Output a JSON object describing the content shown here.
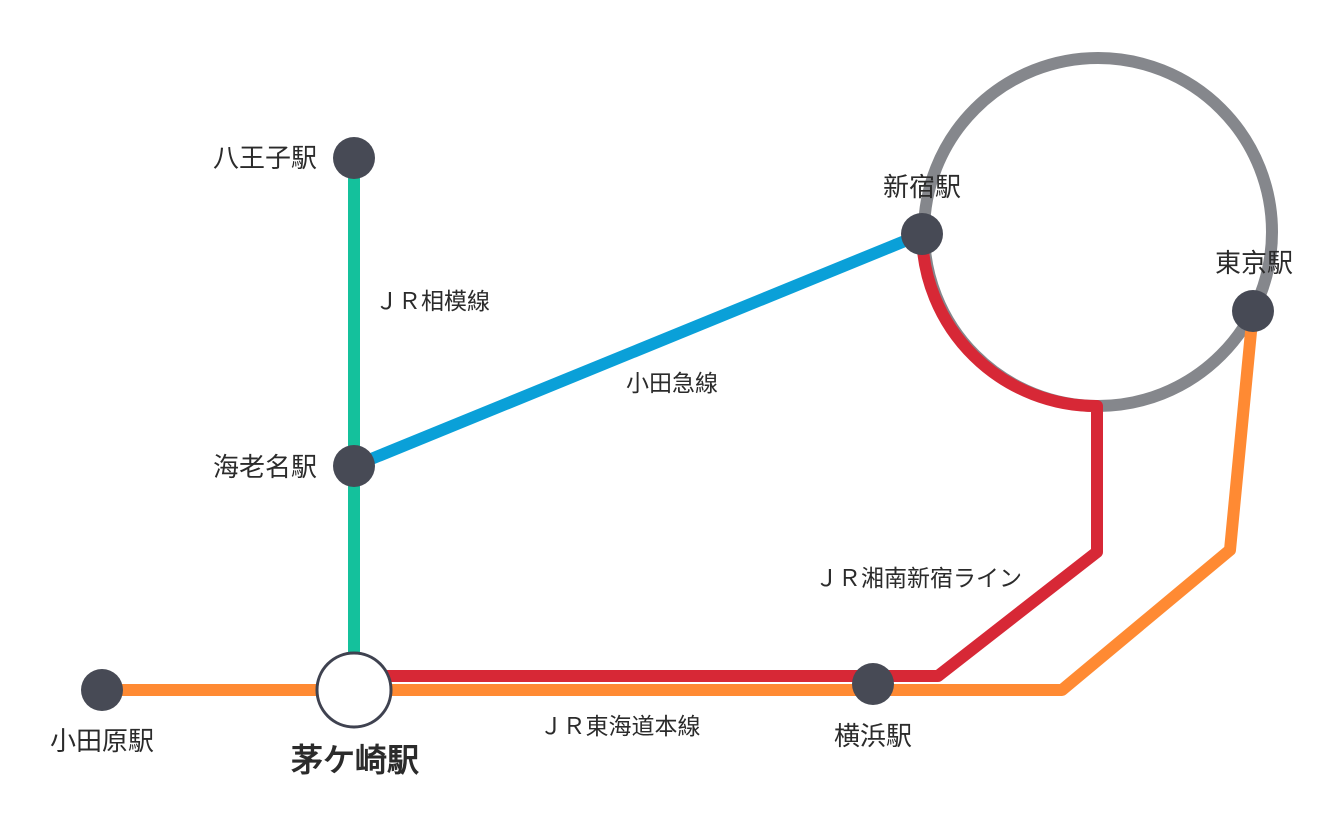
{
  "colors": {
    "sagami": "#14c19c",
    "odakyu": "#0aa0d8",
    "shonan_shinjuku": "#d72836",
    "tokaido": "#ff8a33",
    "yamanote": "#85878c",
    "station_dot": "#474a55"
  },
  "stations": {
    "hachioji": "八王子駅",
    "ebina": "海老名駅",
    "shinjuku": "新宿駅",
    "tokyo": "東京駅",
    "odawara": "小田原駅",
    "chigasaki": "茅ケ崎駅",
    "yokohama": "横浜駅"
  },
  "lines": {
    "sagami": "ＪＲ相模線",
    "odakyu": "小田急線",
    "shonan_shinjuku": "ＪＲ湘南新宿ライン",
    "tokaido": "ＪＲ東海道本線"
  }
}
